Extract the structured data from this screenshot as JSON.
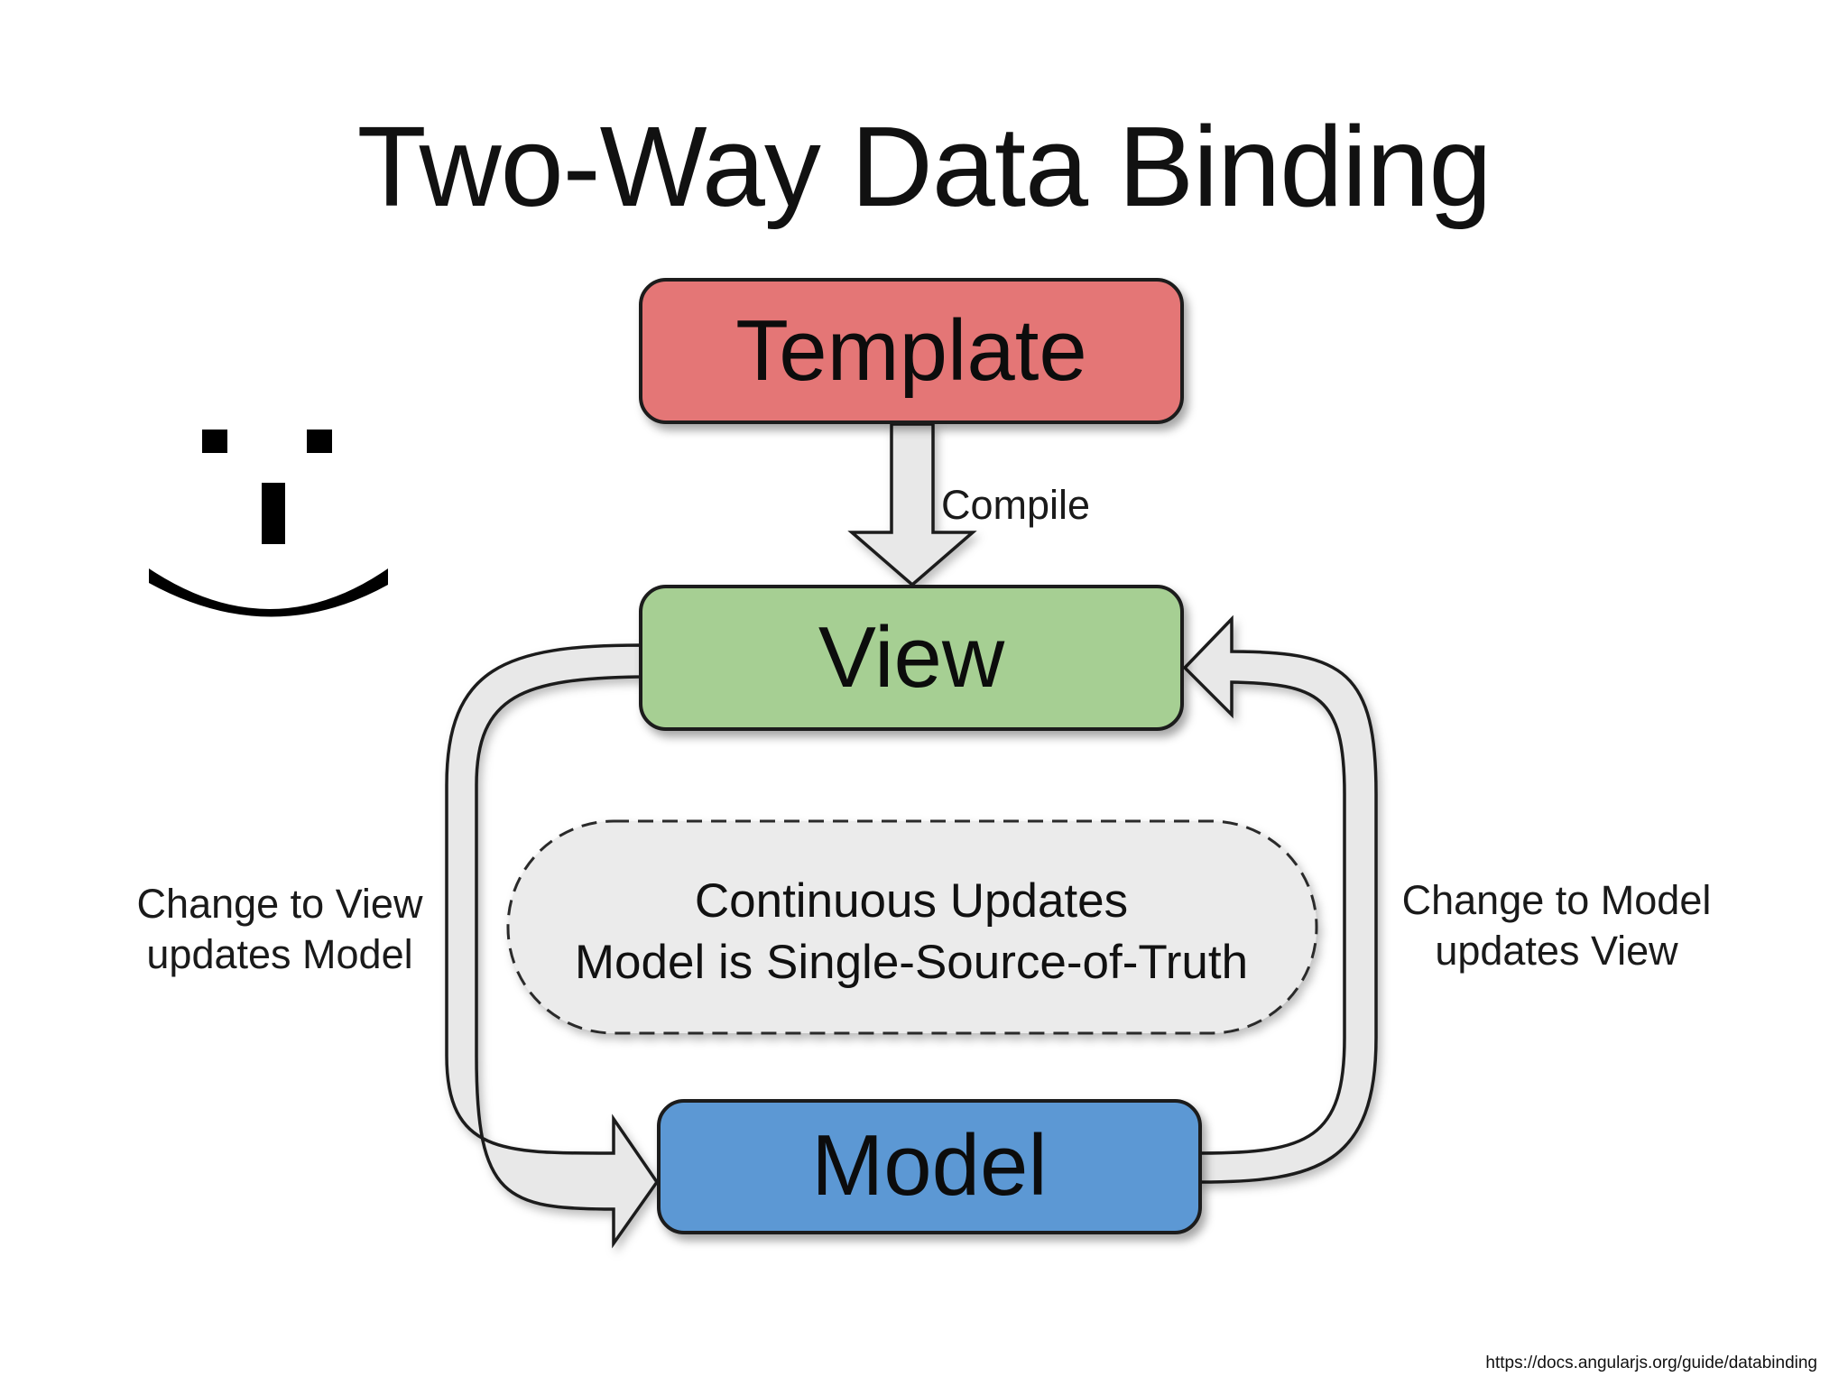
{
  "title": "Two-Way Data Binding",
  "nodes": {
    "template": {
      "label": "Template",
      "color": "#e47676"
    },
    "view": {
      "label": "View",
      "color": "#a6cf93"
    },
    "model": {
      "label": "Model",
      "color": "#5b98d4"
    }
  },
  "edges": {
    "compile": "Compile",
    "view_to_model": [
      "Change to View",
      "updates Model"
    ],
    "model_to_view": [
      "Change to Model",
      "updates View"
    ]
  },
  "center_note": [
    "Continuous Updates",
    "Model is Single-Source-of-Truth"
  ],
  "source_url": "https://docs.angularjs.org/guide/databinding",
  "smiley_icon": "smiley-face-icon"
}
